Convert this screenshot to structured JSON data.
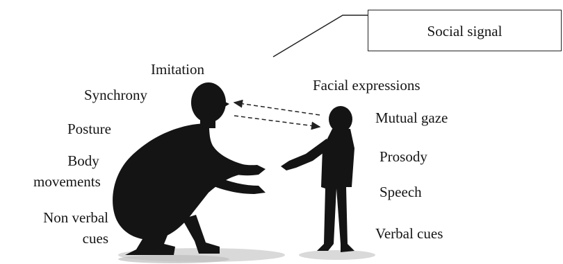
{
  "social_signal_box": {
    "label": "Social signal"
  },
  "left_labels": {
    "imitation": "Imitation",
    "synchrony": "Synchrony",
    "posture": "Posture",
    "body_line1": "Body",
    "body_line2": "movements",
    "nonverbal_line1": "Non verbal",
    "nonverbal_line2": "cues"
  },
  "right_labels": {
    "facial": "Facial expressions",
    "gaze": "Mutual gaze",
    "prosody": "Prosody",
    "speech": "Speech",
    "verbal": "Verbal cues"
  },
  "colors": {
    "silhouette": "#141414",
    "shadow": "#c9c9c9",
    "lines": "#222222"
  },
  "icons": [
    "adult-silhouette-icon",
    "child-silhouette-icon"
  ]
}
